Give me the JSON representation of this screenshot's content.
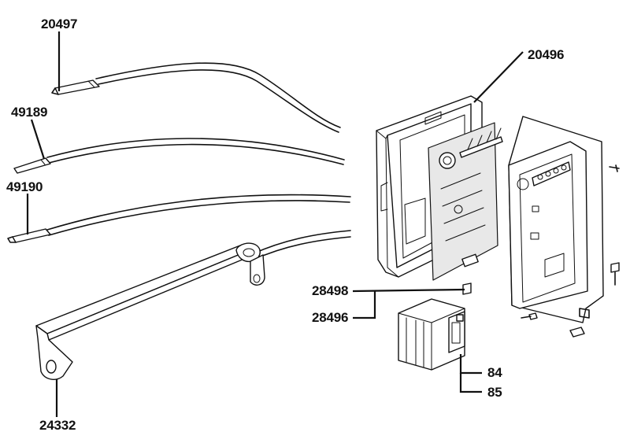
{
  "diagram": {
    "part_labels": {
      "p20497": "20497",
      "p49189": "49189",
      "p49190": "49190",
      "p20496": "20496",
      "p28498": "28498",
      "p28496": "28496",
      "p84": "84",
      "p85": "85",
      "p24332": "24332"
    }
  }
}
